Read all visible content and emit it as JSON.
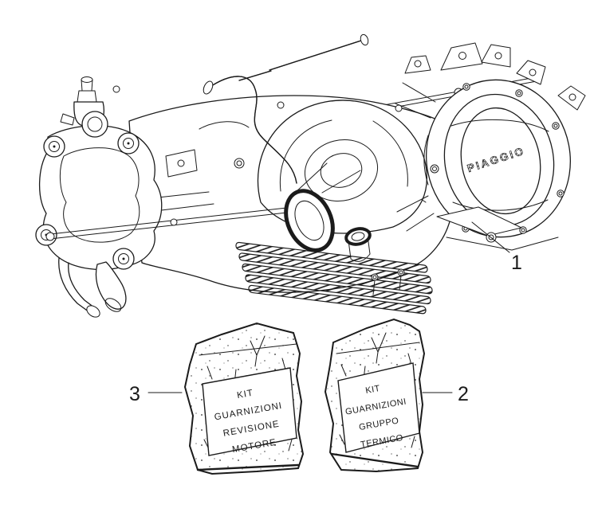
{
  "page": {
    "background": "#ffffff",
    "line_color": "#1b1b1b",
    "type_note": "exploded parts diagram - engine assembly with gasket kits"
  },
  "engine": {
    "brand": "PIAGGIO",
    "callout": "1"
  },
  "kit_termico": {
    "callout": "2",
    "lines": [
      "KIT",
      "GUARNIZIONI",
      "GRUPPO",
      "TERMICO"
    ]
  },
  "kit_revisione": {
    "callout": "3",
    "lines": [
      "KIT",
      "GUARNIZIONI",
      "REVISIONE",
      "MOTORE"
    ]
  }
}
